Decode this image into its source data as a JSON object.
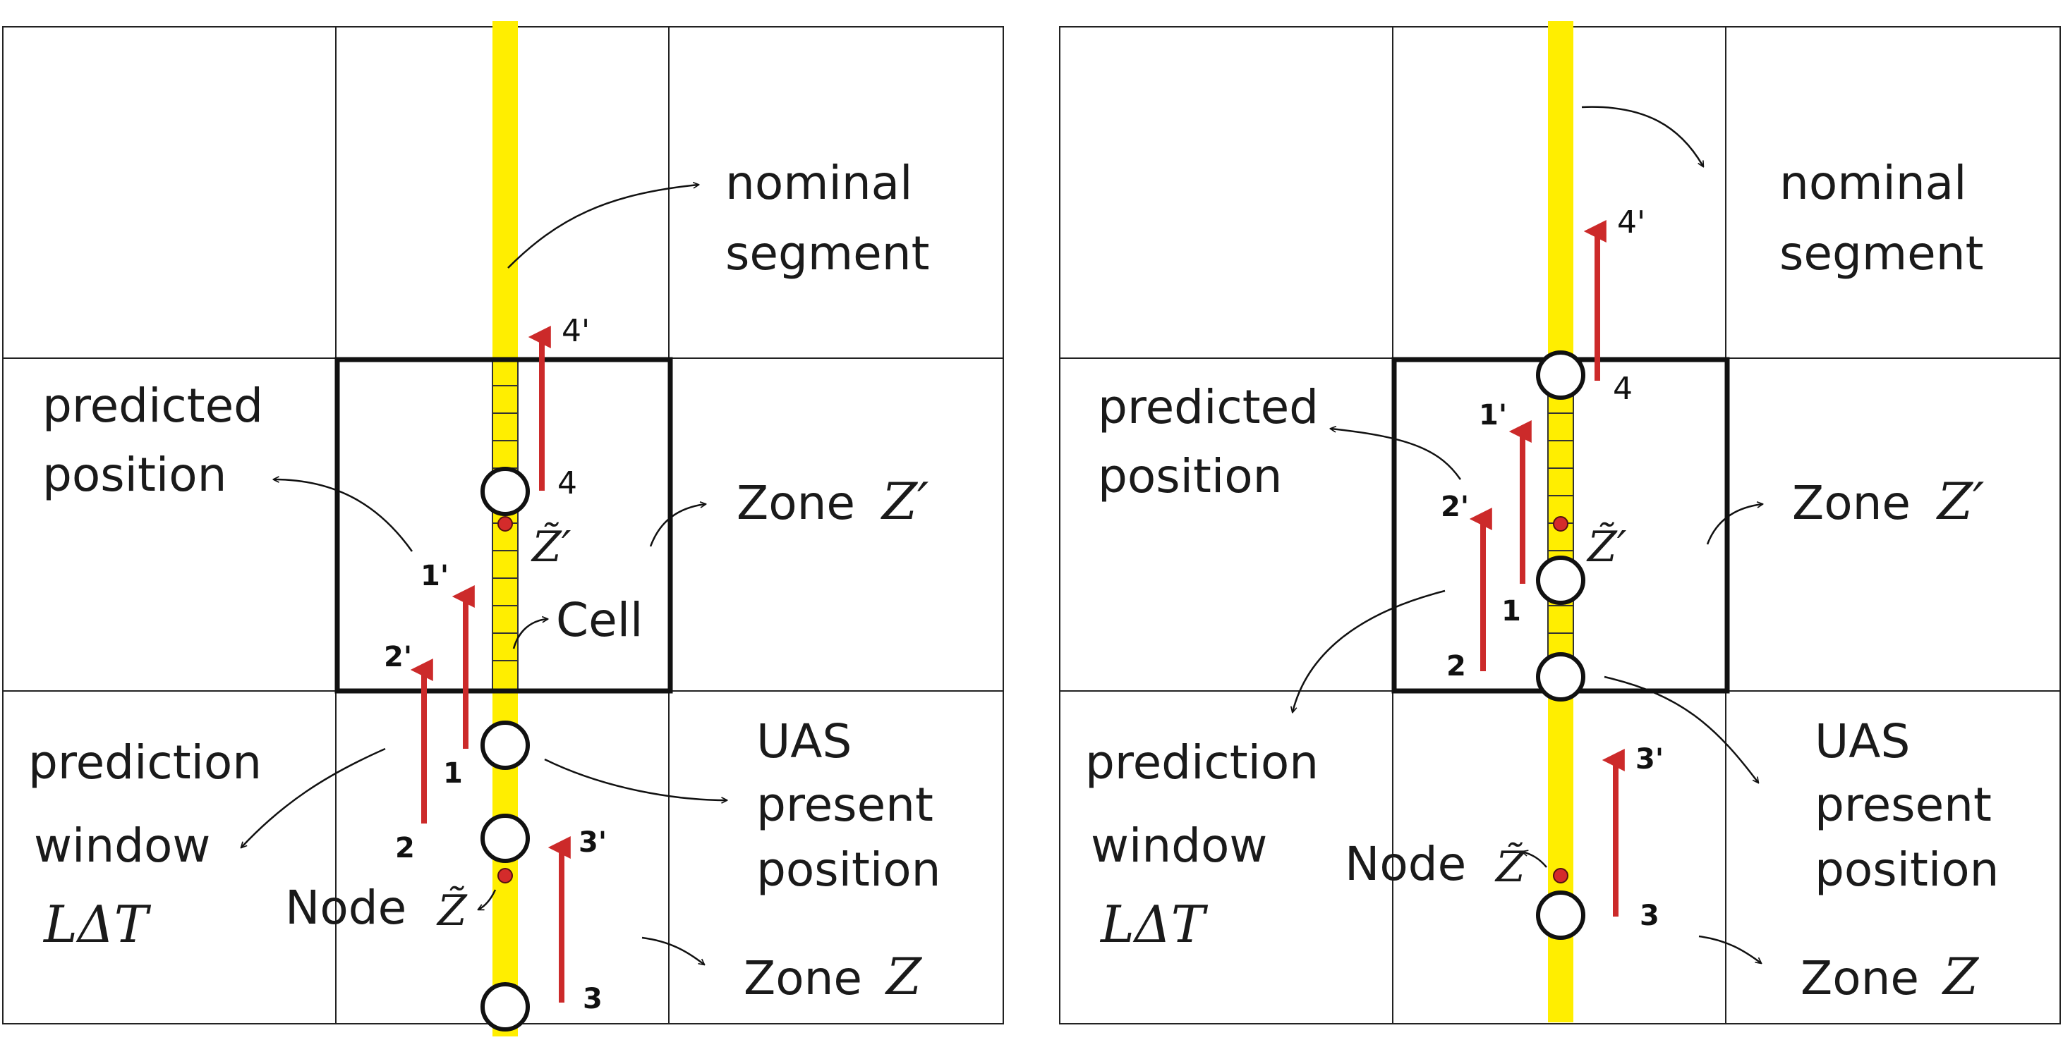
{
  "colors": {
    "segment": "#ffee00",
    "arrow": "#cc2a2a",
    "node": "#d42b2b",
    "grid": "#222222",
    "zone_box": "#111111"
  },
  "panels": [
    {
      "labels": {
        "nominal": "nominal",
        "segment": "segment",
        "predicted": "predicted",
        "position": "position",
        "zone_prime": "Zone",
        "zone_prime_sym": "Z′",
        "z_tilde_prime": "Z̃′",
        "cell": "Cell",
        "prediction": "prediction",
        "window": "window",
        "window_sym": "LΔT",
        "uas": "UAS",
        "present": "present",
        "present_position": "position",
        "node": "Node",
        "node_sym": "Z̃",
        "zone": "Zone",
        "zone_sym": "Z"
      },
      "points": {
        "p1": "1",
        "p2": "2",
        "p3": "3",
        "p4": "4",
        "p1p": "1'",
        "p2p": "2'",
        "p3p": "3'",
        "p4p": "4'"
      }
    },
    {
      "labels": {
        "nominal": "nominal",
        "segment": "segment",
        "predicted": "predicted",
        "position": "position",
        "zone_prime": "Zone",
        "zone_prime_sym": "Z′",
        "z_tilde_prime": "Z̃′",
        "prediction": "prediction",
        "window": "window",
        "window_sym": "LΔT",
        "uas": "UAS",
        "present": "present",
        "present_position": "position",
        "node": "Node",
        "node_sym": "Z̃",
        "zone": "Zone",
        "zone_sym": "Z"
      },
      "points": {
        "p1": "1",
        "p2": "2",
        "p3": "3",
        "p4": "4",
        "p1p": "1'",
        "p2p": "2'",
        "p3p": "3'",
        "p4p": "4'"
      }
    }
  ]
}
